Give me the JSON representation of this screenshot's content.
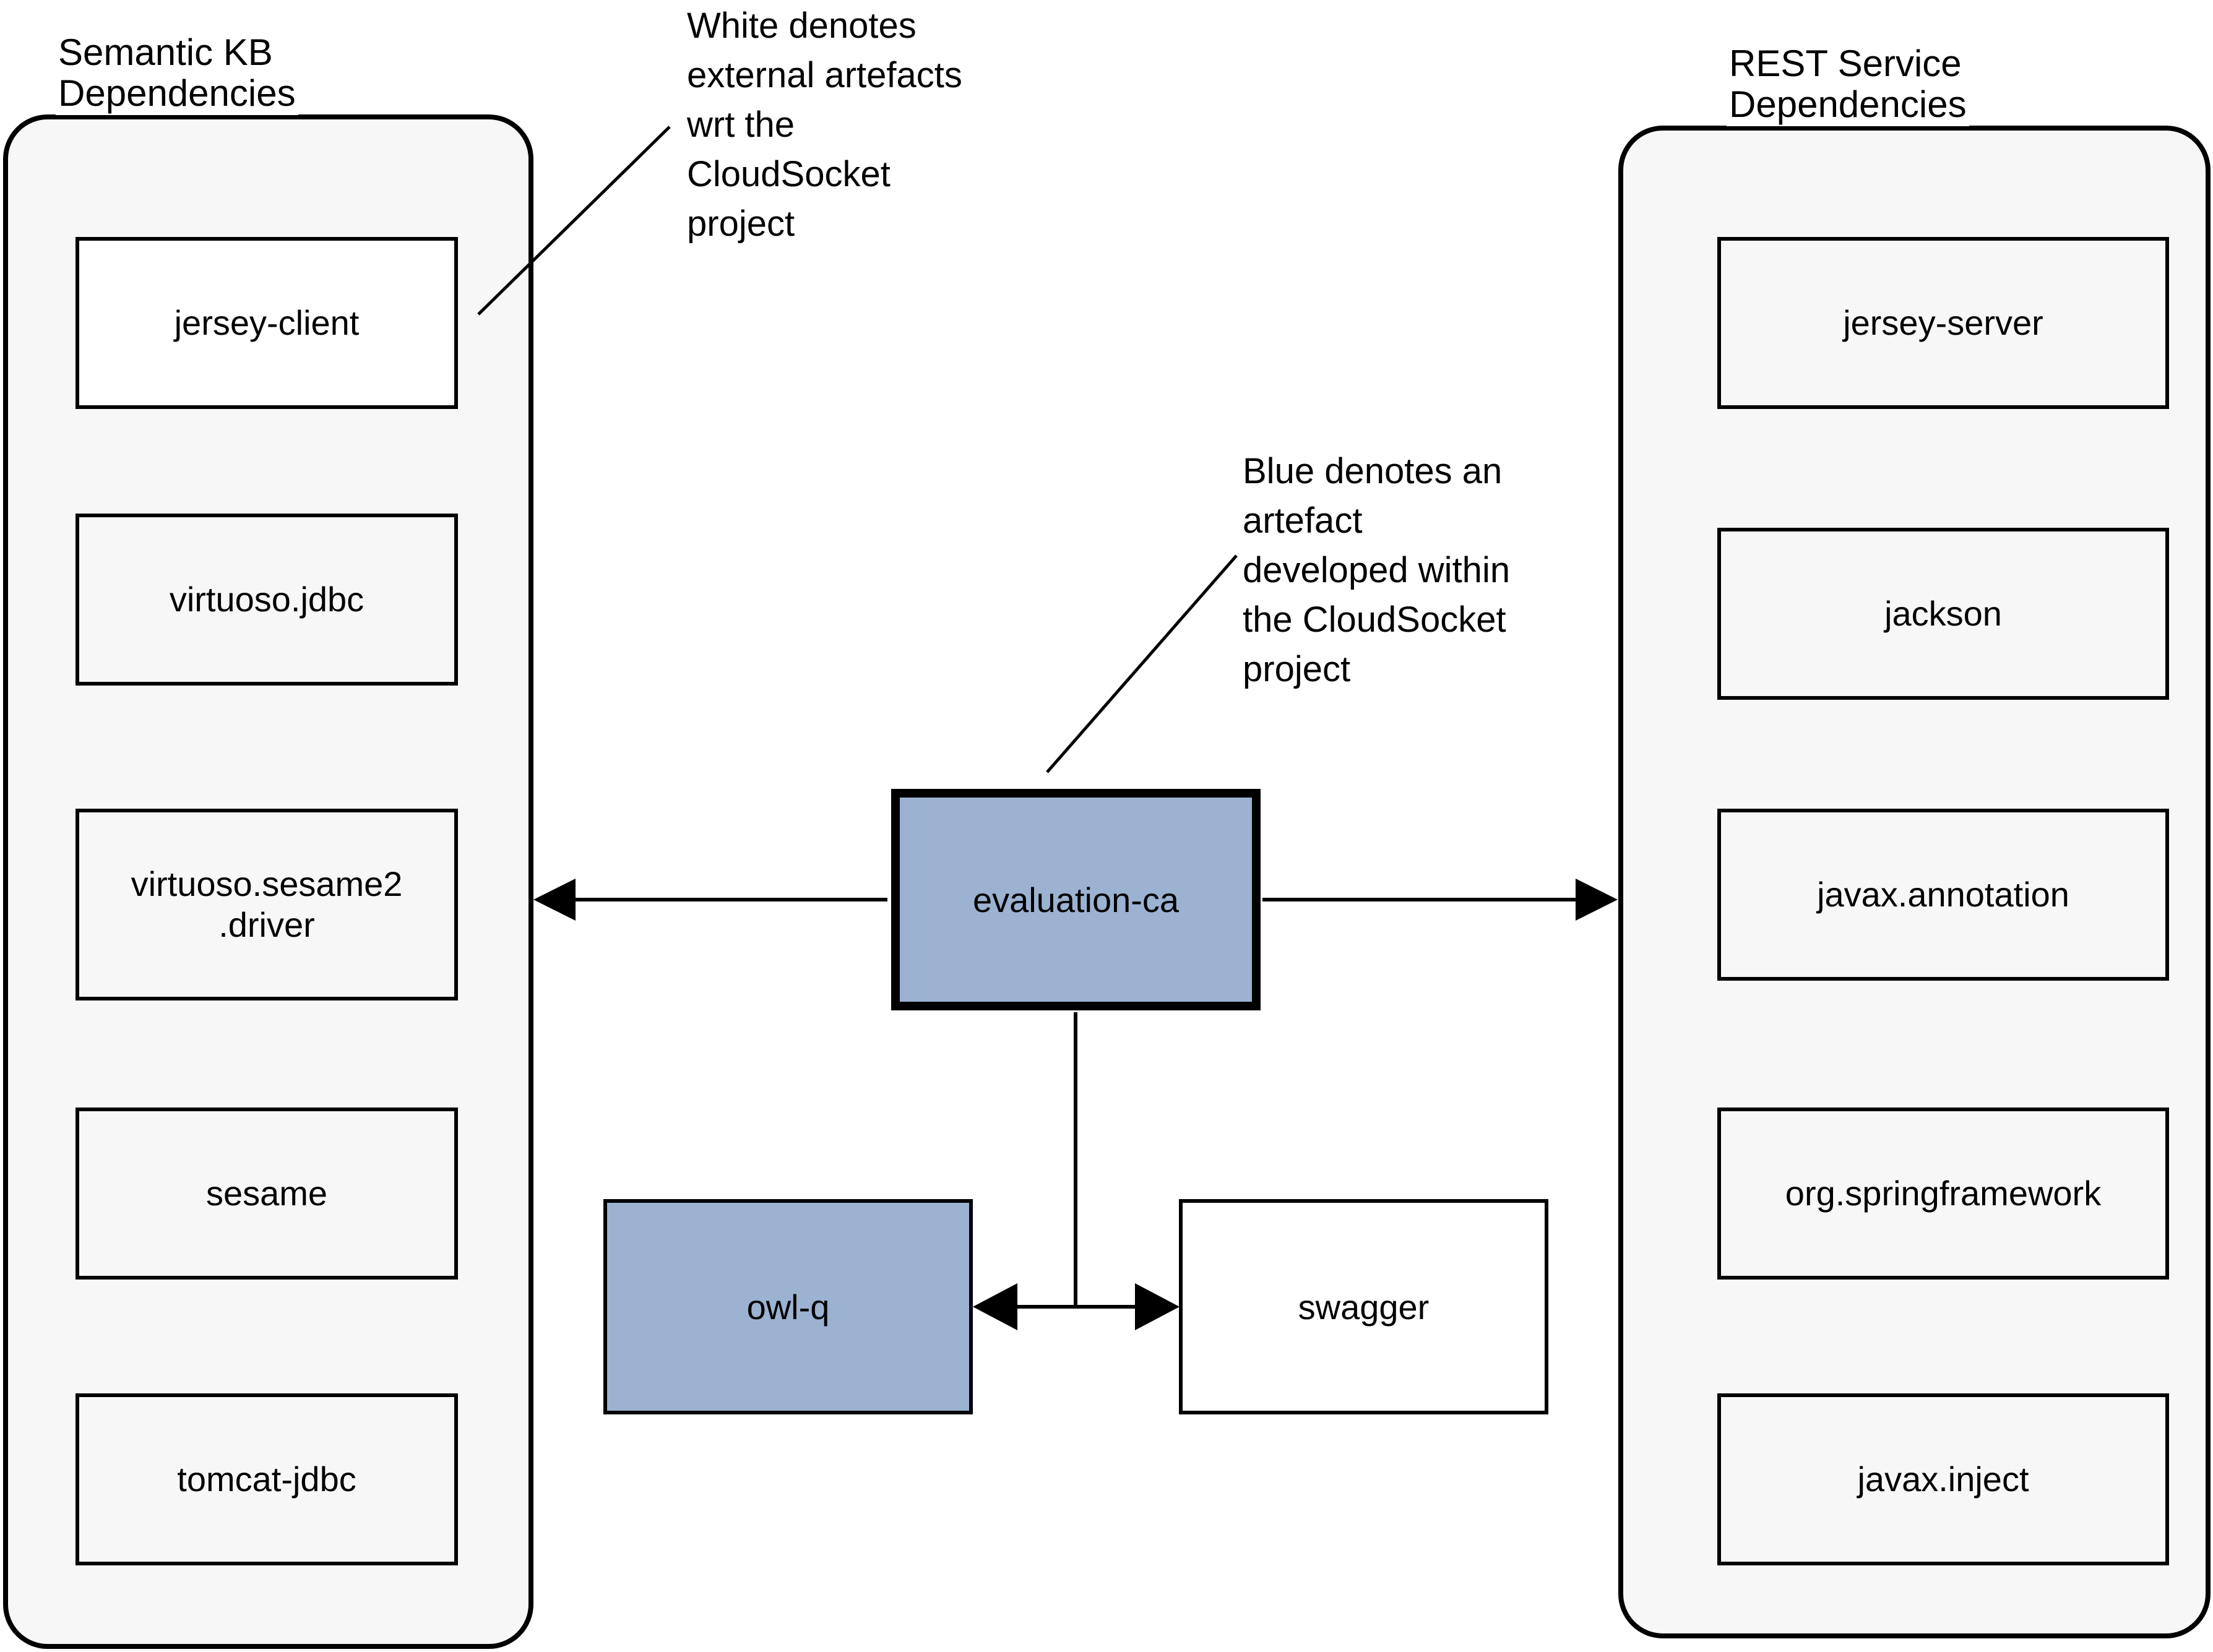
{
  "diagram": {
    "title": "CloudSocket evaluation-ca artefact dependency diagram",
    "colors": {
      "blue_artefact": "#9BB2D1",
      "white_artefact": "#FFFFFF",
      "group_fill": "#F7F7F7",
      "stroke": "#000000",
      "background": "#FFFFFF"
    }
  },
  "groups": {
    "left": {
      "title": "Semantic KB\nDependencies",
      "items": [
        {
          "label": "jersey-client",
          "fill": "white"
        },
        {
          "label": "virtuoso.jdbc",
          "fill": "group"
        },
        {
          "label": "virtuoso.sesame2\n.driver",
          "fill": "group"
        },
        {
          "label": "sesame",
          "fill": "group"
        },
        {
          "label": "tomcat-jdbc",
          "fill": "group"
        }
      ]
    },
    "right": {
      "title": "REST Service\nDependencies",
      "items": [
        {
          "label": "jersey-server",
          "fill": "group"
        },
        {
          "label": "jackson",
          "fill": "group"
        },
        {
          "label": "javax.annotation",
          "fill": "group"
        },
        {
          "label": "org.springframework",
          "fill": "group"
        },
        {
          "label": "javax.inject",
          "fill": "group"
        }
      ]
    }
  },
  "nodes": {
    "evaluation": {
      "label": "evaluation-ca",
      "fill": "blue"
    },
    "owlq": {
      "label": "owl-q",
      "fill": "blue"
    },
    "swagger": {
      "label": "swagger",
      "fill": "white"
    }
  },
  "notes": {
    "white_legend": "White denotes\nexternal artefacts\nwrt the\nCloudSocket\nproject",
    "blue_legend": "Blue denotes an\nartefact\ndeveloped within\nthe CloudSocket\nproject"
  }
}
